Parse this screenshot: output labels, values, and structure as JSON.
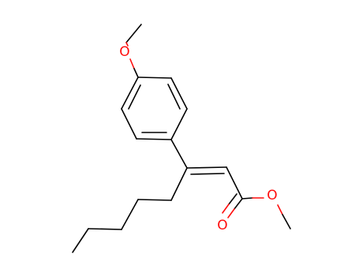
{
  "molecule": {
    "atoms": {
      "o_methoxy": {
        "symbol": "O",
        "color": "#ff0d0d"
      },
      "o_carbonyl": {
        "symbol": "O",
        "color": "#ff0d0d"
      },
      "o_ester": {
        "symbol": "O",
        "color": "#ff0d0d"
      }
    },
    "colors": {
      "bond": "#000000",
      "oxygen": "#ff0d0d",
      "background": "#ffffff"
    }
  }
}
